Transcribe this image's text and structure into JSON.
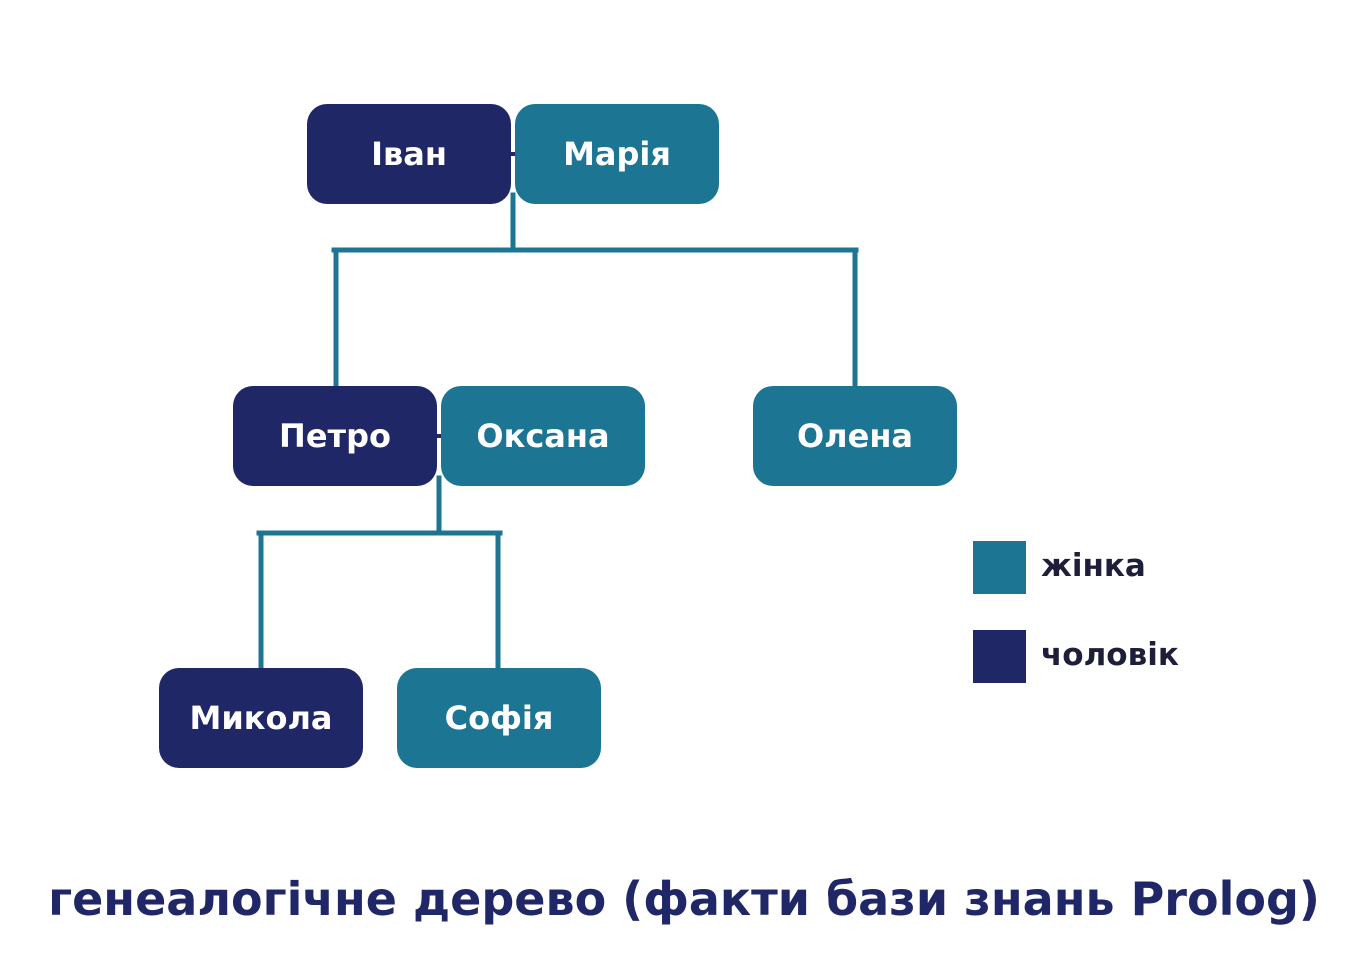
{
  "colors": {
    "female": "#1d7594",
    "male": "#202766",
    "connector": "#1d7594",
    "couple_link": "#202766",
    "title": "#202766",
    "legend_text": "#1e1e3a"
  },
  "people": {
    "ivan": {
      "name": "Іван",
      "sex": "male"
    },
    "mariia": {
      "name": "Марія",
      "sex": "female"
    },
    "petro": {
      "name": "Петро",
      "sex": "male"
    },
    "oksana": {
      "name": "Оксана",
      "sex": "female"
    },
    "olena": {
      "name": "Олена",
      "sex": "female"
    },
    "mykola": {
      "name": "Микола",
      "sex": "male"
    },
    "sofiia": {
      "name": "Софія",
      "sex": "female"
    }
  },
  "couples": [
    {
      "partners": [
        "ivan",
        "mariia"
      ],
      "children": [
        "petro",
        "olena"
      ]
    },
    {
      "partners": [
        "petro",
        "oksana"
      ],
      "children": [
        "mykola",
        "sofiia"
      ]
    }
  ],
  "legend": {
    "female_label": "жінка",
    "male_label": "чоловік"
  },
  "title": "генеалогічне дерево (факти бази знань Prolog)"
}
